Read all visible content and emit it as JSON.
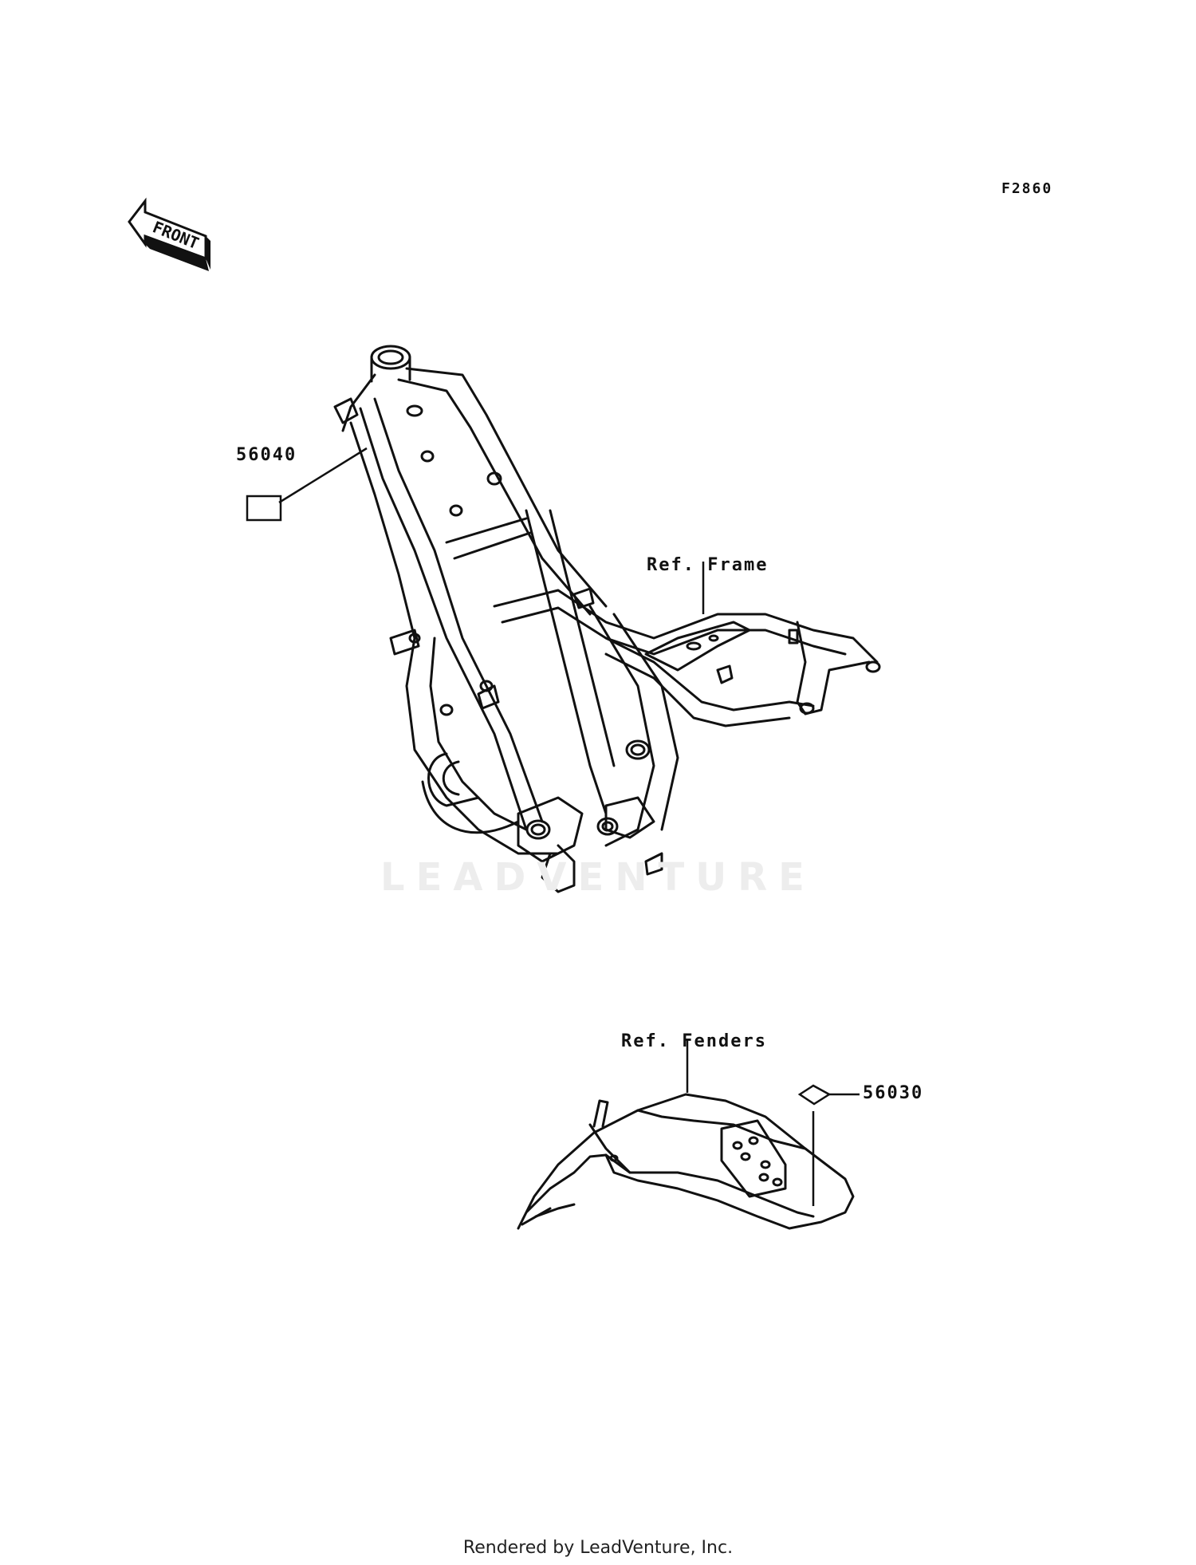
{
  "diagram": {
    "code": "F2860",
    "front_arrow_label": "FRONT",
    "watermark": "LEADVENTURE",
    "footer": "Rendered by LeadVenture, Inc."
  },
  "callouts": {
    "part_56040": "56040",
    "ref_frame": "Ref. Frame",
    "ref_fenders": "Ref. Fenders",
    "part_56030": "56030"
  },
  "colors": {
    "line": "#111111",
    "watermark": "#ededed",
    "background": "#ffffff"
  }
}
